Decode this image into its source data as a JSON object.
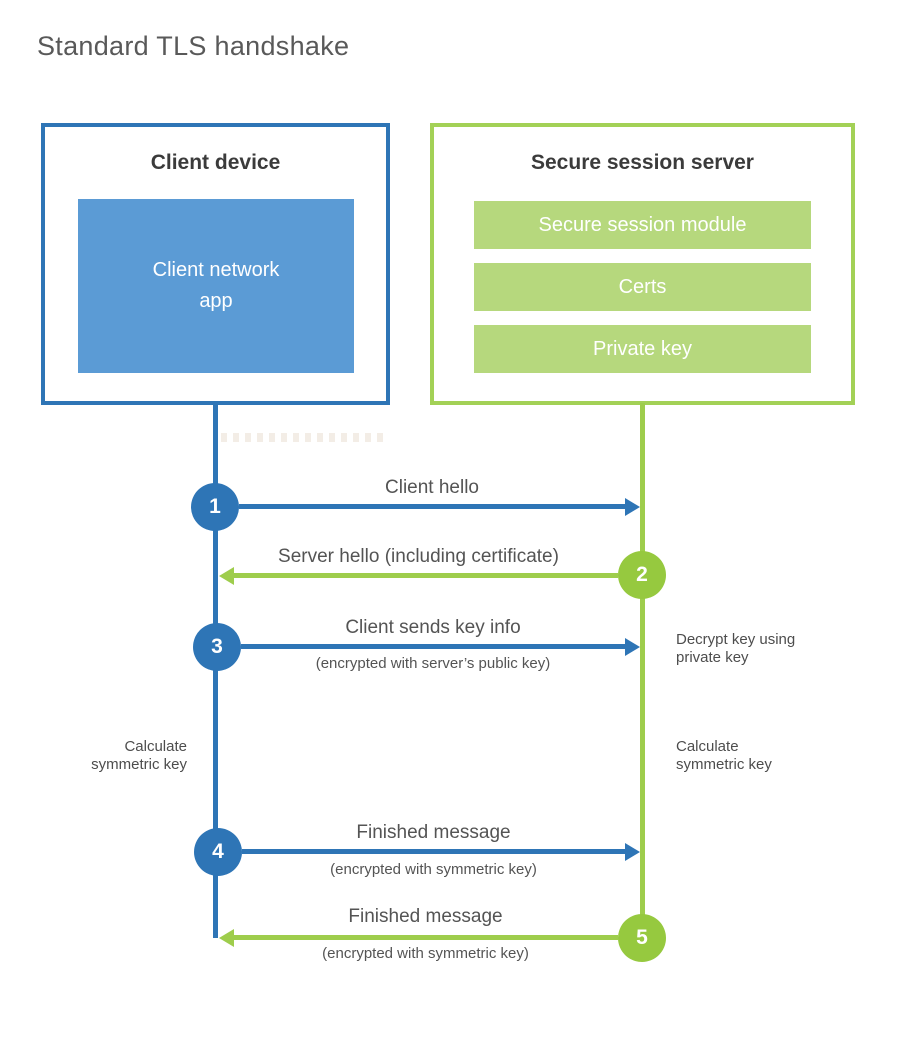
{
  "title": "Standard TLS handshake",
  "colors": {
    "client_accent": "#2e75b6",
    "client_fill": "#5b9bd5",
    "server_accent": "#9ecd4c",
    "server_fill": "#b6d87d",
    "label_text": "#545454"
  },
  "client": {
    "title": "Client device",
    "app_label": "Client network\napp"
  },
  "server": {
    "title": "Secure session server",
    "modules": [
      "Secure session module",
      "Certs",
      "Private key"
    ]
  },
  "steps": [
    {
      "num": "1",
      "label": "Client hello",
      "sub": "",
      "direction": "client-to-server"
    },
    {
      "num": "2",
      "label": "Server hello (including certificate)",
      "sub": "",
      "direction": "server-to-client"
    },
    {
      "num": "3",
      "label": "Client sends key info",
      "sub": "(encrypted with server’s public key)",
      "direction": "client-to-server"
    },
    {
      "num": "4",
      "label": "Finished message",
      "sub": "(encrypted with symmetric key)",
      "direction": "client-to-server"
    },
    {
      "num": "5",
      "label": "Finished message",
      "sub": "(encrypted with symmetric key)",
      "direction": "server-to-client"
    }
  ],
  "annotations": {
    "decrypt": "Decrypt key using\nprivate key",
    "calc_left": "Calculate\nsymmetric key",
    "calc_right": "Calculate\nsymmetric key"
  }
}
